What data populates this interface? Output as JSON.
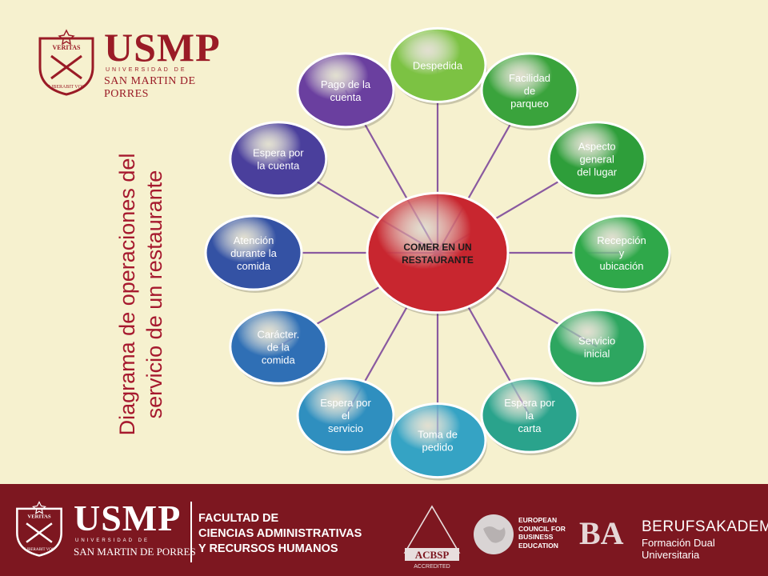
{
  "header": {
    "logo_word": "USMP",
    "logo_sub1": "UNIVERSIDAD DE",
    "logo_sub2": "SAN MARTIN DE PORRES",
    "seal_text": [
      "VERITAS",
      "LIBERABIT VOS"
    ]
  },
  "title": "Diagrama de operaciones del servicio de un restaurante",
  "diagram": {
    "center": {
      "lines": [
        "COMER EN UN",
        "RESTAURANTE"
      ],
      "color": "#c8262f"
    },
    "nodes": [
      {
        "lines": [
          "Despedida"
        ],
        "color": "#7cc243"
      },
      {
        "lines": [
          "Facilidad",
          "de",
          "parqueo"
        ],
        "color": "#3aa33c"
      },
      {
        "lines": [
          "Aspecto",
          "general",
          "del lugar"
        ],
        "color": "#2e9e3a"
      },
      {
        "lines": [
          "Recepción",
          "y",
          "ubicación"
        ],
        "color": "#2fa84a"
      },
      {
        "lines": [
          "Servicio",
          "inicial"
        ],
        "color": "#2da660"
      },
      {
        "lines": [
          "Espera por",
          "la",
          "carta"
        ],
        "color": "#2aa38c"
      },
      {
        "lines": [
          "Toma de",
          "pedido"
        ],
        "color": "#35a3c4"
      },
      {
        "lines": [
          "Espera por",
          "el",
          "servicio"
        ],
        "color": "#2f8fbf"
      },
      {
        "lines": [
          "Carácter.",
          "de la",
          "comida"
        ],
        "color": "#2f6fb5"
      },
      {
        "lines": [
          "Atención",
          "durante la",
          "comida"
        ],
        "color": "#3452a4"
      },
      {
        "lines": [
          "Espera por",
          "la cuenta"
        ],
        "color": "#4a3f9c"
      },
      {
        "lines": [
          "Pago de la",
          "cuenta"
        ],
        "color": "#6a3f9f"
      }
    ]
  },
  "footer": {
    "logo_word": "USMP",
    "logo_sub1": "UNIVERSIDAD DE",
    "logo_sub2": "SAN MARTIN DE PORRES",
    "faculty_lines": [
      "FACULTAD DE",
      "CIENCIAS ADMINISTRATIVAS",
      "Y RECURSOS HUMANOS"
    ],
    "acbsp": "ACBSP",
    "acbsp_sub": "ACCREDITED",
    "ecbe_lines": [
      "EUROPEAN",
      "COUNCIL FOR",
      "BUSINESS",
      "EDUCATION"
    ],
    "ba_mark": "BA",
    "ba_line1": "BERUFSAKADEMIE",
    "ba_line2": "Formación Dual Universitaria"
  },
  "colors": {
    "brand": "#9a1b26",
    "footer": "#7d1720",
    "background": "#f6f1cf",
    "spoke": "#8a5aa0"
  }
}
